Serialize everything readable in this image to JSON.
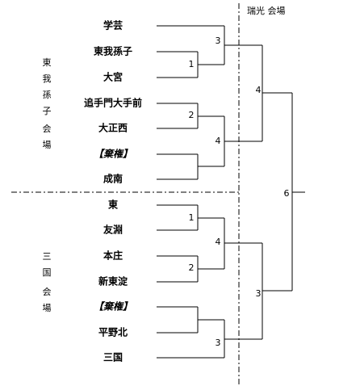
{
  "venues": {
    "top_left": [
      "東",
      "我",
      "孫",
      "子",
      "",
      "会",
      "場"
    ],
    "bottom_left": [
      "三",
      "国",
      "",
      "会",
      "場"
    ],
    "top_right": "瑞光 会場"
  },
  "teams": [
    "学芸",
    "東我孫子",
    "大宮",
    "追手門大手前",
    "大正西",
    "【棄権】",
    "成南",
    "東",
    "友淵",
    "本庄",
    "新東淀",
    "【棄権】",
    "平野北",
    "三国"
  ],
  "match_numbers": {
    "m1_top": "1",
    "m2_top": "2",
    "m3_top": "3",
    "m4_top": "4",
    "m1_bottom": "1",
    "m2_bottom": "2",
    "m3_bottom": "3",
    "m4_bottom": "4",
    "r3_top": "4",
    "r3_bottom": "3",
    "final": "6"
  }
}
